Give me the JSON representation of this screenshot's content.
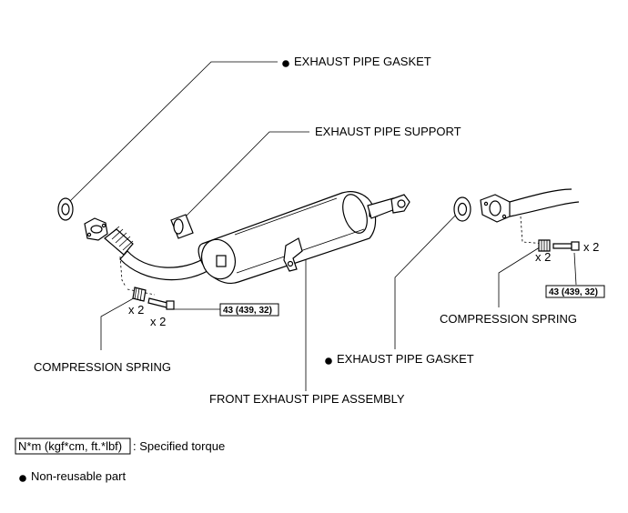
{
  "labels": {
    "gasket_top": "EXHAUST PIPE GASKET",
    "support": "EXHAUST PIPE SUPPORT",
    "gasket_mid": "EXHAUST PIPE GASKET",
    "assembly": "FRONT EXHAUST PIPE ASSEMBLY",
    "spring_left": "COMPRESSION SPRING",
    "spring_right": "COMPRESSION SPRING"
  },
  "quantities": {
    "left_spring": "x 2",
    "left_bolt": "x 2",
    "right_spring": "x 2",
    "right_bolt": "x 2"
  },
  "torque": {
    "left": "43 (439, 32)",
    "right": "43 (439, 32)"
  },
  "legend": {
    "torque_unit": "N*m (kgf*cm, ft.*lbf)",
    "torque_desc": ": Specified torque",
    "nonreusable_desc": "Non-reusable part"
  }
}
